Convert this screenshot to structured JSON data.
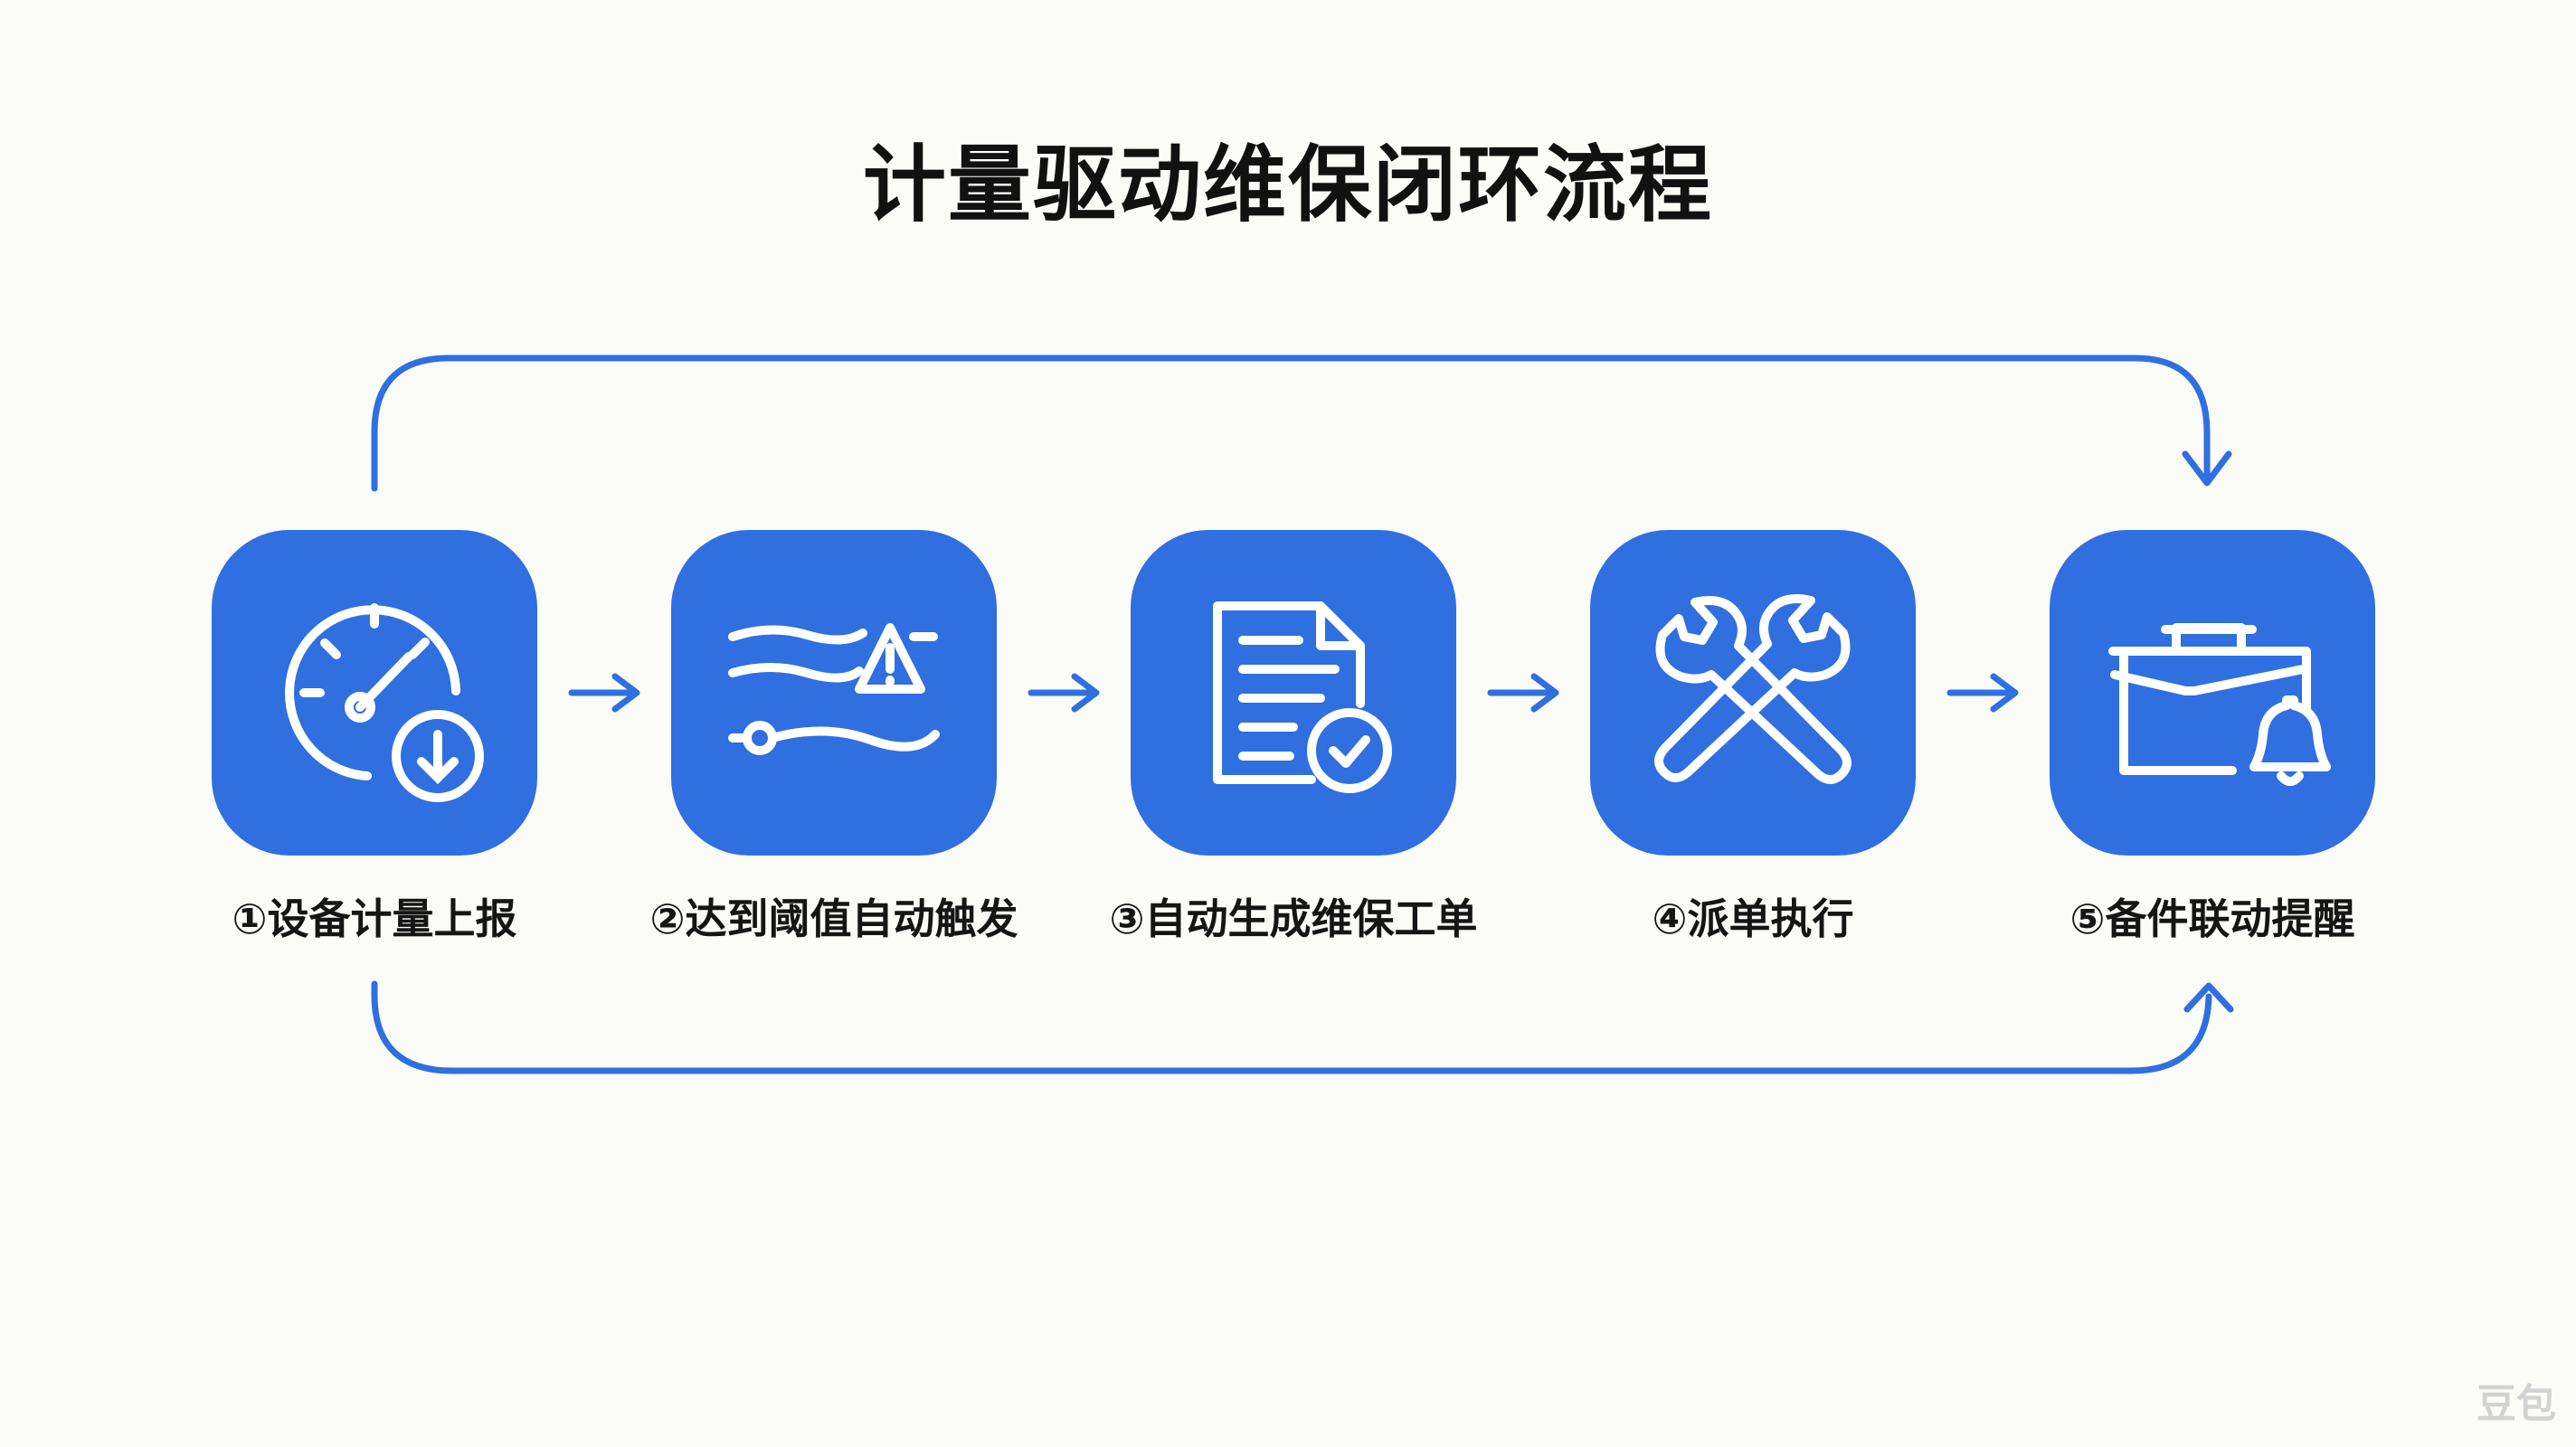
{
  "title": "计量驱动维保闭环流程",
  "accent_color": "#2f6fe0",
  "steps": [
    {
      "label": "①设备计量上报",
      "icon": "gauge-download-icon"
    },
    {
      "label": "②达到阈值自动触发",
      "icon": "threshold-warning-icon"
    },
    {
      "label": "③自动生成维保工单",
      "icon": "work-order-document-icon"
    },
    {
      "label": "④派单执行",
      "icon": "wrench-tools-icon"
    },
    {
      "label": "⑤备件联动提醒",
      "icon": "toolbox-bell-icon"
    }
  ],
  "watermark": "豆包"
}
